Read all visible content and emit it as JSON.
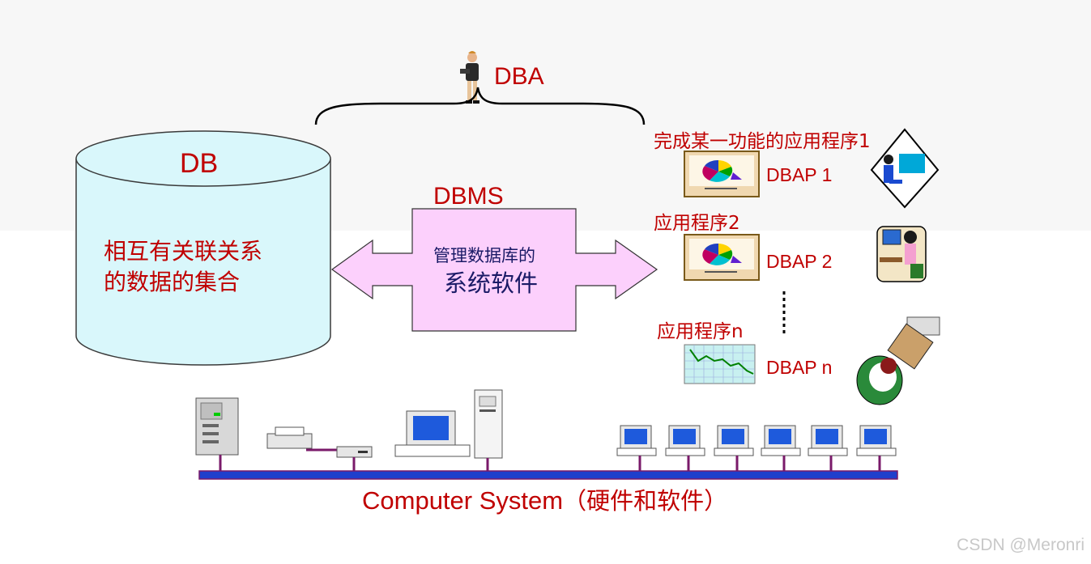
{
  "dba": {
    "label": "DBA"
  },
  "db": {
    "label": "DB",
    "desc_line1": "相互有关联关系",
    "desc_line2": "的数据的集合"
  },
  "dbms": {
    "label": "DBMS",
    "desc_line1": "管理数据库的",
    "desc_line2": "系统软件"
  },
  "apps": [
    {
      "caption": "完成某一功能的应用程序1",
      "name": "DBAP 1"
    },
    {
      "caption": "应用程序2",
      "name": "DBAP 2"
    },
    {
      "caption": "应用程序n",
      "name": "DBAP n"
    }
  ],
  "system": {
    "label_en": "Computer System",
    "label_zh": "（硬件和软件）"
  },
  "watermark": "CSDN @Meronri",
  "colors": {
    "text_red": "#c00000",
    "cylinder_fill": "#d9f7fb",
    "arrow_fill": "#fcd0fc",
    "bus": "#1f3fcc"
  }
}
